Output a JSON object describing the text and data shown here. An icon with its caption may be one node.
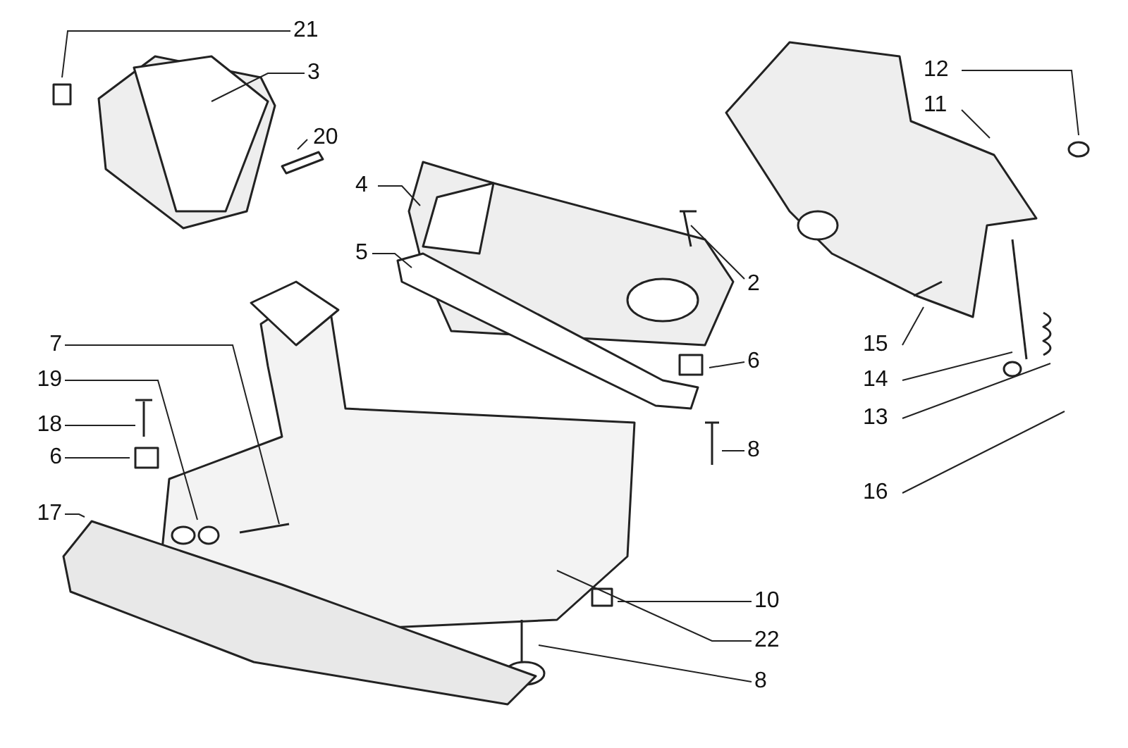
{
  "diagram": {
    "nodes": [
      {
        "text": [
          "21"
        ]
      },
      {
        "text": [
          "3"
        ]
      },
      {
        "text": [
          "20"
        ]
      },
      {
        "text": [
          "12"
        ]
      },
      {
        "text": [
          "11"
        ]
      },
      {
        "text": [
          "4"
        ]
      },
      {
        "text": [
          "2"
        ]
      },
      {
        "text": [
          "5"
        ]
      },
      {
        "text": [
          "6"
        ]
      },
      {
        "text": [
          "7"
        ]
      },
      {
        "text": [
          "19"
        ]
      },
      {
        "text": [
          "15"
        ]
      },
      {
        "text": [
          "14"
        ]
      },
      {
        "text": [
          "18"
        ]
      },
      {
        "text": [
          "6"
        ]
      },
      {
        "text": [
          "13"
        ]
      },
      {
        "text": [
          "8"
        ]
      },
      {
        "text": [
          "17"
        ]
      },
      {
        "text": [
          "16"
        ]
      },
      {
        "text": [
          "10"
        ]
      },
      {
        "text": [
          "22"
        ]
      },
      {
        "text": [
          "8"
        ]
      }
    ],
    "edges": [
      {
        "from": 0,
        "to": null,
        "arrow": "none"
      },
      {
        "from": 1,
        "to": null,
        "arrow": "none"
      },
      {
        "from": 2,
        "to": null,
        "arrow": "none"
      },
      {
        "from": 3,
        "to": null,
        "arrow": "none"
      },
      {
        "from": 4,
        "to": null,
        "arrow": "none"
      },
      {
        "from": 5,
        "to": null,
        "arrow": "none"
      },
      {
        "from": 6,
        "to": null,
        "arrow": "none"
      },
      {
        "from": 7,
        "to": null,
        "arrow": "none"
      },
      {
        "from": 8,
        "to": null,
        "arrow": "none"
      },
      {
        "from": 9,
        "to": null,
        "arrow": "none"
      },
      {
        "from": 10,
        "to": null,
        "arrow": "none"
      },
      {
        "from": 11,
        "to": null,
        "arrow": "none"
      },
      {
        "from": 12,
        "to": null,
        "arrow": "none"
      },
      {
        "from": 13,
        "to": null,
        "arrow": "none"
      },
      {
        "from": 14,
        "to": null,
        "arrow": "none"
      },
      {
        "from": 15,
        "to": null,
        "arrow": "none"
      },
      {
        "from": 16,
        "to": null,
        "arrow": "none"
      },
      {
        "from": 17,
        "to": null,
        "arrow": "none"
      },
      {
        "from": 18,
        "to": null,
        "arrow": "none"
      },
      {
        "from": 19,
        "to": null,
        "arrow": "none"
      },
      {
        "from": 20,
        "to": null,
        "arrow": "none"
      },
      {
        "from": 21,
        "to": null,
        "arrow": "none"
      }
    ]
  }
}
